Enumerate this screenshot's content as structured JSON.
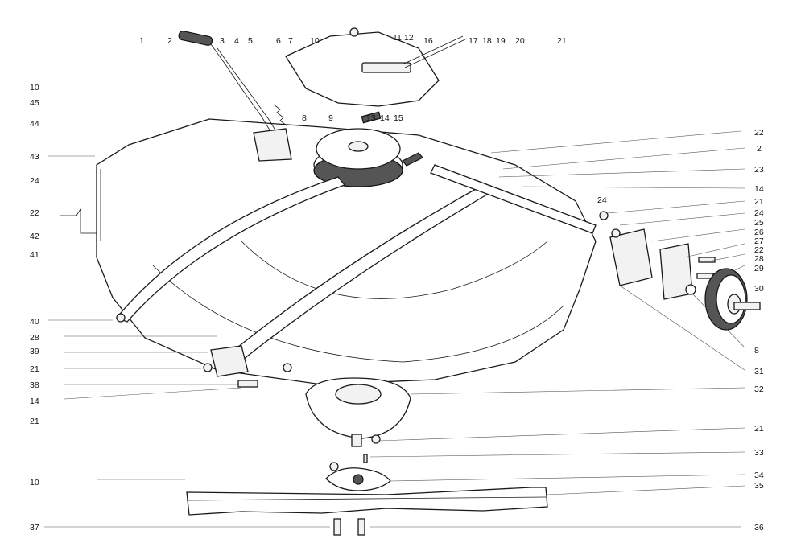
{
  "labels": {
    "top": [
      "1",
      "2",
      "3",
      "4",
      "5",
      "6",
      "7",
      "10",
      "11",
      "12",
      "16",
      "17",
      "18",
      "19",
      "20",
      "21"
    ],
    "top_mid": [
      "8",
      "9",
      "13",
      "14",
      "15"
    ],
    "left": [
      "10",
      "45",
      "44",
      "43",
      "24",
      "22",
      "42",
      "41",
      "40",
      "28",
      "39",
      "21",
      "38",
      "14",
      "21",
      "10",
      "37"
    ],
    "right": [
      "22",
      "2",
      "23",
      "14",
      "24",
      "21",
      "24",
      "25",
      "26",
      "27",
      "22",
      "28",
      "29",
      "30",
      "8",
      "31",
      "32",
      "21",
      "33",
      "34",
      "35",
      "36"
    ]
  }
}
